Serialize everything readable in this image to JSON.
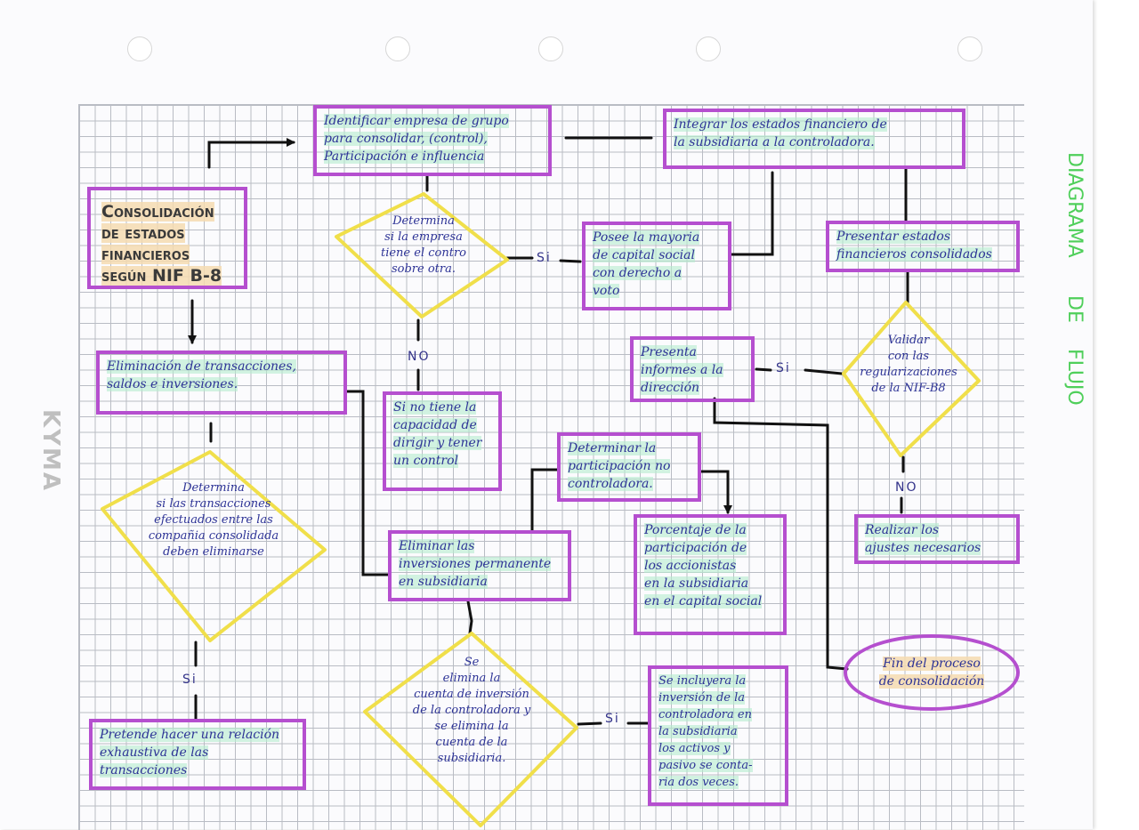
{
  "colors": {
    "box_border": "#b54fcf",
    "diamond_border": "#f0df4a",
    "text": "#2d3396",
    "highlight_green": "#b6ecce",
    "highlight_orange": "#f4dab0",
    "side_title": "#4fcf5a",
    "connector": "#111111"
  },
  "side_title": [
    "DIAGRAMA",
    "DE",
    "FLUJO"
  ],
  "brand_watermark": "KYMA",
  "title_box": [
    "Consolidación",
    "de estados",
    "financieros",
    "según NIF B-8"
  ],
  "boxes": {
    "identificar": [
      "Identificar empresa de grupo",
      "para consolidar, (control),",
      "Participación e influencia"
    ],
    "integrar": [
      "Integrar los estados financiero de",
      "la subsidiaria a la controladora."
    ],
    "posee": [
      "Posee la mayoria",
      "de capital social",
      "con derecho a",
      "voto"
    ],
    "presentar": [
      "Presentar estados",
      "financieros consolidados"
    ],
    "eliminacion": [
      "Eliminación de transacciones,",
      "saldos e inversiones."
    ],
    "no_tiene": [
      "Si no tiene la",
      "capacidad de",
      "dirigir y tener",
      "un control"
    ],
    "presenta_informes": [
      "Presenta",
      "informes a la",
      "dirección"
    ],
    "determinar_participacion": [
      "Determinar la",
      "participación no",
      "controladora."
    ],
    "eliminar_inversiones": [
      "Eliminar las",
      "inversiones permanente",
      "en subsidiaria"
    ],
    "porcentaje": [
      "Porcentaje de la",
      "participación de",
      "los accionistas",
      "en la subsidiaria",
      "en el capital social"
    ],
    "realizar": [
      "Realizar los",
      "ajustes necesarios"
    ],
    "pretende": [
      "Pretende hacer una relación",
      "exhaustiva de las",
      "transacciones"
    ],
    "incluyera": [
      "Se incluyera la",
      "inversión de la",
      "controladora en",
      "la subsidiaria",
      "los activos y",
      "pasivo se conta-",
      "ria dos veces."
    ]
  },
  "diamonds": {
    "determina_control": [
      "Determina",
      "si la empresa",
      "tiene el contro",
      "sobre otra."
    ],
    "validar": [
      "Validar",
      "con las",
      "regularizaciones",
      "de la NIF-B8"
    ],
    "determina_transacciones": [
      "Determina",
      "si las transacciones",
      "efectuados entre las",
      "compañia consolidada",
      "deben eliminarse"
    ],
    "elimina_cuenta": [
      "Se",
      "elimina la",
      "cuenta de inversión",
      "de la controladora y",
      "se elimina la",
      "cuenta de la",
      "subsidiaria."
    ]
  },
  "connectors": {
    "si_1": "Si",
    "no_1": "NO",
    "si_2": "Si",
    "no_2": "NO",
    "si_3": "Si",
    "si_4": "Si"
  },
  "end_node": [
    "Fin del proceso",
    "de consolidación"
  ]
}
